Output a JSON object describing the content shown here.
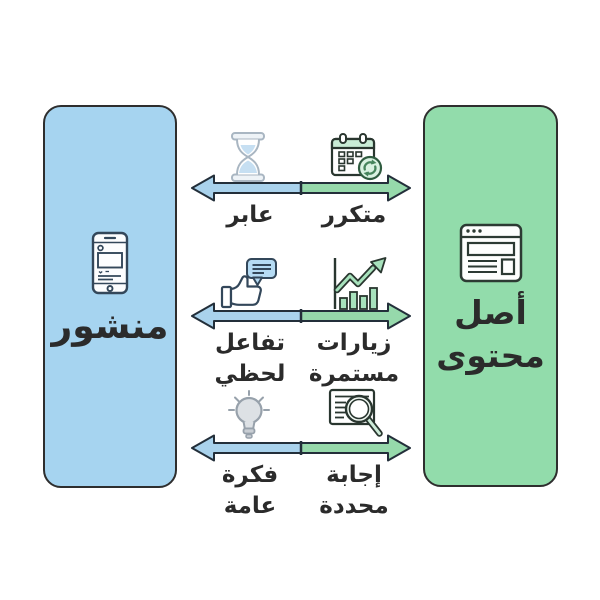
{
  "page": {
    "background": "#ffffff",
    "type": "comparison-infographic"
  },
  "left_panel": {
    "label": "منشور",
    "icon": "smartphone-post",
    "fill": "#a6d4f0"
  },
  "right_panel": {
    "label": "أصل\nمحتوى",
    "icon": "browser-article",
    "fill": "#92dcab"
  },
  "rows": [
    {
      "left_label": "عابر",
      "right_label": "متكرر",
      "left_icon": "hourglass",
      "right_icon": "calendar-refresh"
    },
    {
      "left_label": "تفاعل\nلحظي",
      "right_label": "زيارات\nمستمرة",
      "left_icon": "thumbs-up-comment",
      "right_icon": "growth-chart"
    },
    {
      "left_label": "فكرة\nعامة",
      "right_label": "إجابة\nمحددة",
      "left_icon": "lightbulb",
      "right_icon": "document-search"
    }
  ],
  "colors": {
    "left_panel_fill": "#a6d4f0",
    "right_panel_fill": "#92dcab",
    "arrow_blue": "#a9d2ec",
    "arrow_green": "#96d9ab",
    "arrow_outline": "#232f3a",
    "panel_border": "#2e2e2e",
    "text": "#2b2b2b",
    "icon_blue_outline": "#33475a",
    "icon_green_fill": "#a7e2bc",
    "icon_gray": "#97a1ab"
  }
}
